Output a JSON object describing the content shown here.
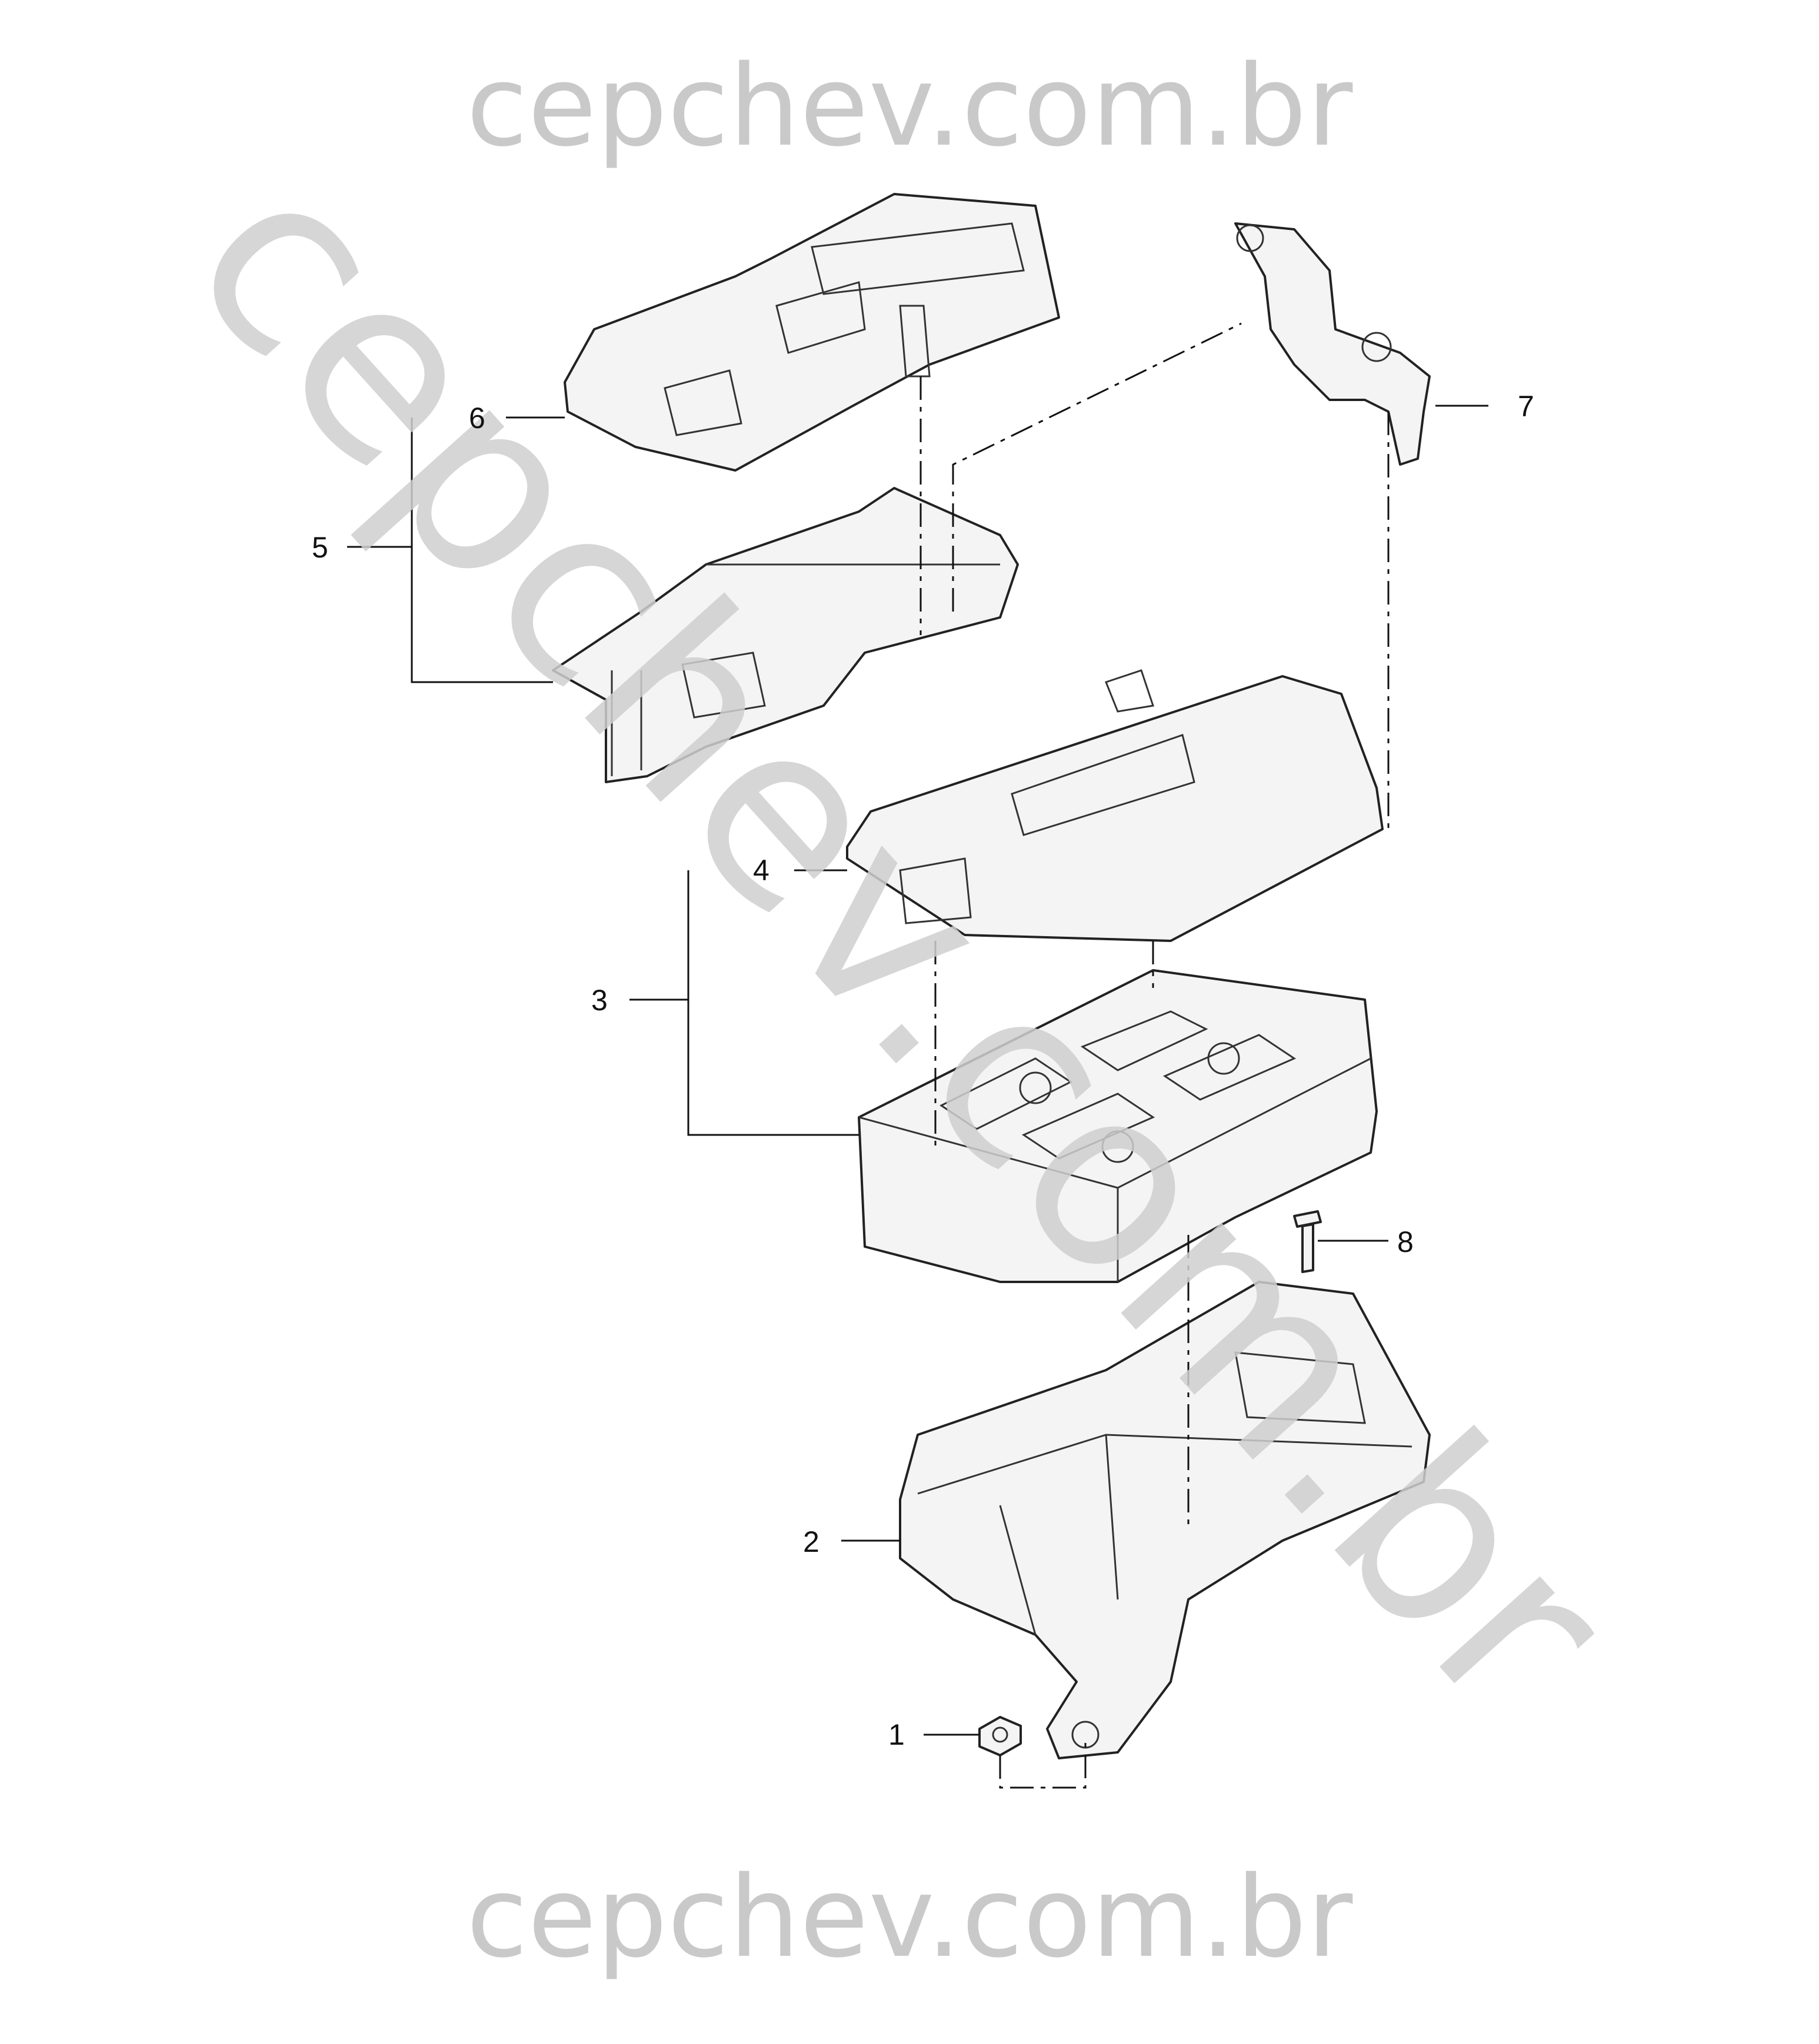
{
  "watermark": {
    "top": "cepchev.com.br",
    "bottom": "cepchev.com.br",
    "diagonal": "cepchev.com.br"
  },
  "callouts": [
    "1",
    "2",
    "3",
    "4",
    "5",
    "6",
    "7",
    "8"
  ]
}
